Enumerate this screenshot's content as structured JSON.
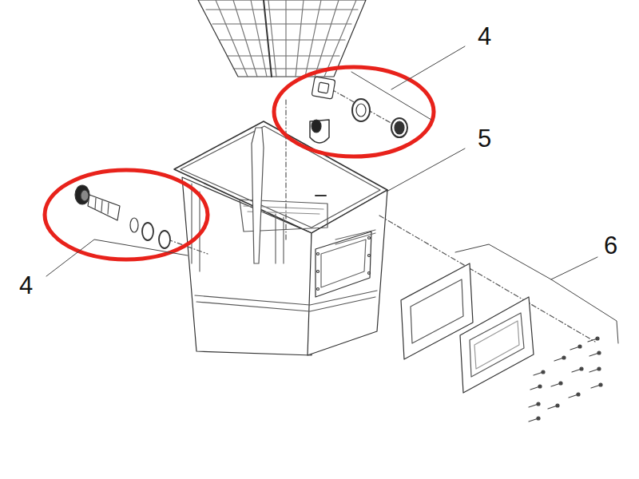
{
  "diagram": {
    "labels": [
      "4",
      "5",
      "6",
      "4"
    ]
  }
}
